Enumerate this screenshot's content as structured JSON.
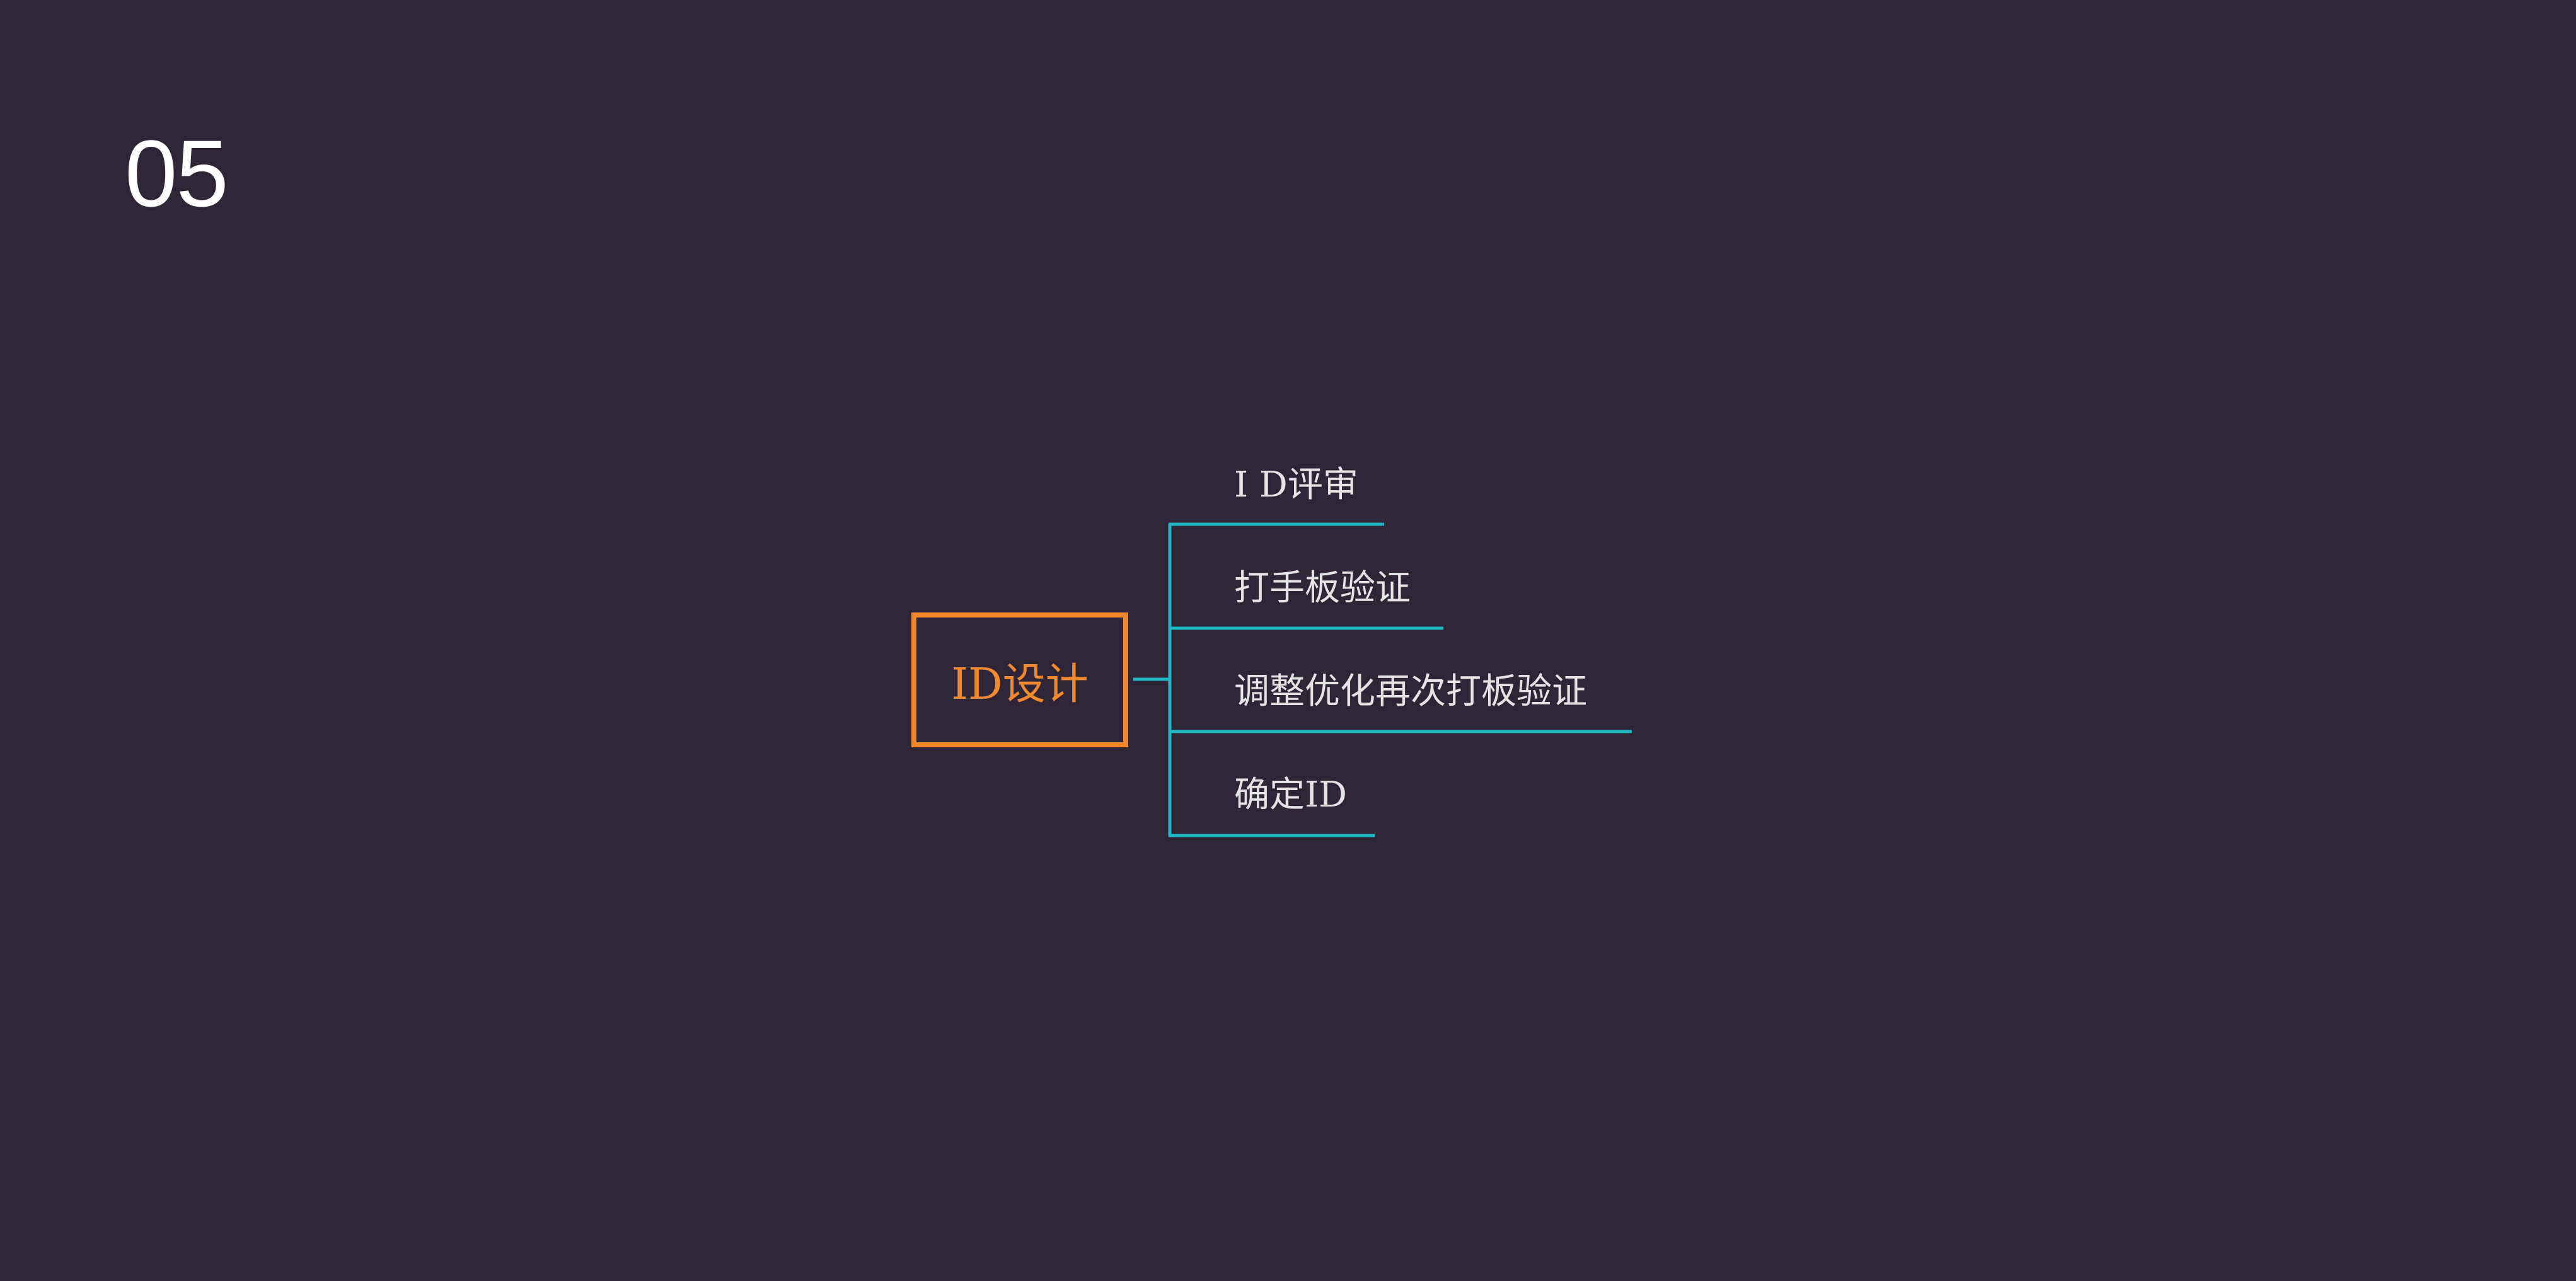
{
  "slide": {
    "number": "05"
  },
  "diagram": {
    "root": {
      "label": "ID设计",
      "color": "#f0892f"
    },
    "branches": [
      {
        "label": "I D评审"
      },
      {
        "label": "打手板验证"
      },
      {
        "label": "调整优化再次打板验证"
      },
      {
        "label": "确定ID"
      }
    ],
    "line_color": "#1fb8c3",
    "text_color": "#e4e4e4",
    "background": "#2e2637"
  }
}
